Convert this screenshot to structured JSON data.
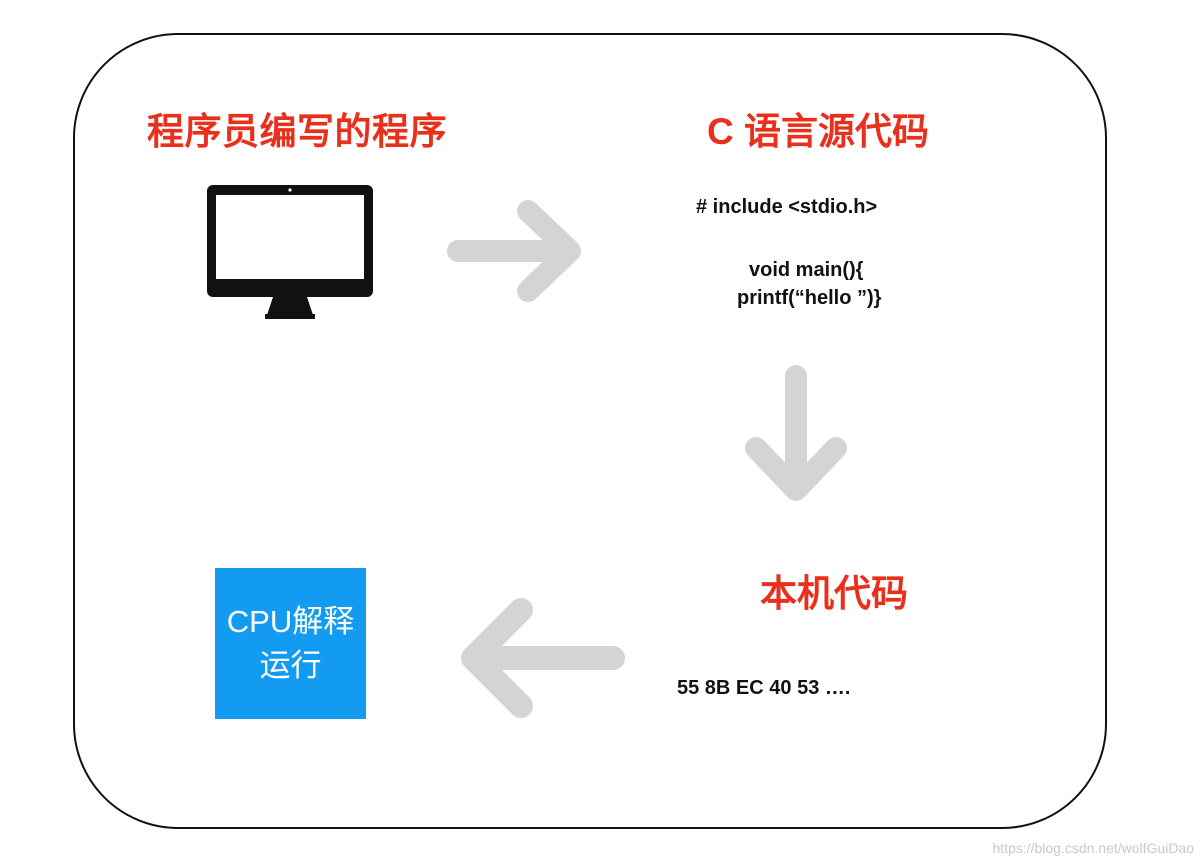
{
  "titles": {
    "programmer": "程序员编写的程序",
    "c_source": "C 语言源代码",
    "native_code": "本机代码"
  },
  "code": {
    "include_line": "# include <stdio.h>",
    "main_line": "void  main(){",
    "printf_line": "printf(“hello ”)}",
    "native_bytes": "55 8B EC 40 53 …."
  },
  "cpu_box": {
    "line1": "CPU解释",
    "line2": "运行"
  },
  "watermark": "https://blog.csdn.net/wolfGuiDao",
  "icons": {
    "monitor": "monitor-icon",
    "arrow_right": "arrow-right-icon",
    "arrow_down": "arrow-down-icon",
    "arrow_left": "arrow-left-icon"
  },
  "colors": {
    "title_red": "#e8301c",
    "arrow_gray": "#d4d4d4",
    "cpu_blue": "#129bf0",
    "text_black": "#111111"
  }
}
